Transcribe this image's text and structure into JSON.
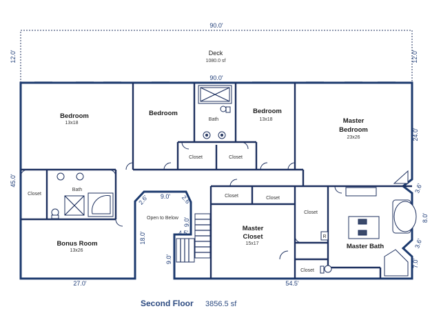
{
  "deck": {
    "label": "Deck",
    "area": "1080.0 sf"
  },
  "dims": {
    "top_width": "90.0'",
    "house_width": "90.0'",
    "deck_left": "12.0'",
    "deck_right": "12.0'",
    "left_height": "45.0'",
    "master_right": "24.0'",
    "bottom_left": "27.0'",
    "bottom_right": "54.5'",
    "diag_1": "2.6'",
    "open_top": "9.0'",
    "diag_2": "2.6'",
    "open_right": "9.0'",
    "open_left": "18.0'",
    "stair": "4.5'",
    "stair_left": "9.0'",
    "angle_1": "3.6'",
    "bath_right": "8.0'",
    "angle_2": "3.6'",
    "bath_bottom": "7.0'"
  },
  "rooms": {
    "bedroom1": {
      "name": "Bedroom",
      "size": "13x18"
    },
    "bedroom2": {
      "name": "Bedroom"
    },
    "bath_top": {
      "name": "Bath"
    },
    "bedroom3": {
      "name": "Bedroom",
      "size": "13x18"
    },
    "master_bedroom_l1": "Master",
    "master_bedroom_l2": "Bedroom",
    "master_bedroom_size": "23x26",
    "closet_a": "Closet",
    "closet_b": "Closet",
    "closet_left": "Closet",
    "bath_left": "Bath",
    "bonus": {
      "name": "Bonus Room",
      "size": "13x26"
    },
    "open": "Open to Below",
    "mcloset_a": "Closet",
    "mcloset_b": "Closet",
    "master_closet_l1": "Master",
    "master_closet_l2": "Closet",
    "master_closet_size": "15x17",
    "closet_mid": "Closet",
    "closet_low": "Closet",
    "r_box": "R",
    "master_bath": "Master Bath"
  },
  "footer": {
    "title": "Second Floor",
    "area": "3856.5 sf"
  }
}
